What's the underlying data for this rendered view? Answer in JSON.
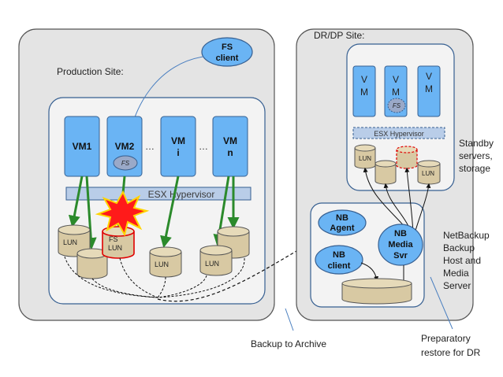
{
  "production_site": {
    "title": "Production Site:",
    "fs_client": [
      "FS",
      "client"
    ],
    "vms": [
      {
        "line1": "VM1",
        "line2": ""
      },
      {
        "line1": "VM2",
        "line2": ""
      },
      {
        "line1": "VM",
        "line2": "i"
      },
      {
        "line1": "VM",
        "line2": "n"
      }
    ],
    "vm2_badge": "FS",
    "ellipsis": "…",
    "hypervisor": "ESX Hypervisor",
    "lun_label": "LUN",
    "failed_lun": [
      "FS",
      "LUN"
    ]
  },
  "dr_site": {
    "title": "DR/DP Site:",
    "vm_letter_v": "V",
    "vm_letter_m": "M",
    "vm_badge": "FS",
    "hypervisor": "ESX Hypervisor",
    "lun_label": "LUN",
    "standby_label": [
      "Standby",
      "servers,",
      "storage"
    ],
    "nb_agent": [
      "NB",
      "Agent"
    ],
    "nb_client": [
      "NB",
      "client"
    ],
    "nb_media": [
      "NB",
      "Media",
      "Svr"
    ],
    "netbackup_label": [
      "NetBackup",
      "Backup",
      "Host and",
      "Media",
      "Server"
    ]
  },
  "annotations": {
    "backup_to_archive": "Backup to Archive",
    "preparatory": [
      "Preparatory",
      "restore for DR"
    ]
  },
  "colors": {
    "site_fill": "#e4e4e4",
    "inner_fill": "#f3f3f3",
    "inner_border": "#365f91",
    "vm_fill": "#6ab4f4",
    "hyper_fill": "#b9cde8",
    "lun_fill": "#d8c9a3",
    "lun_stroke": "#555555",
    "arrow_green": "#2b8a2b",
    "failed_red": "#e00000"
  }
}
